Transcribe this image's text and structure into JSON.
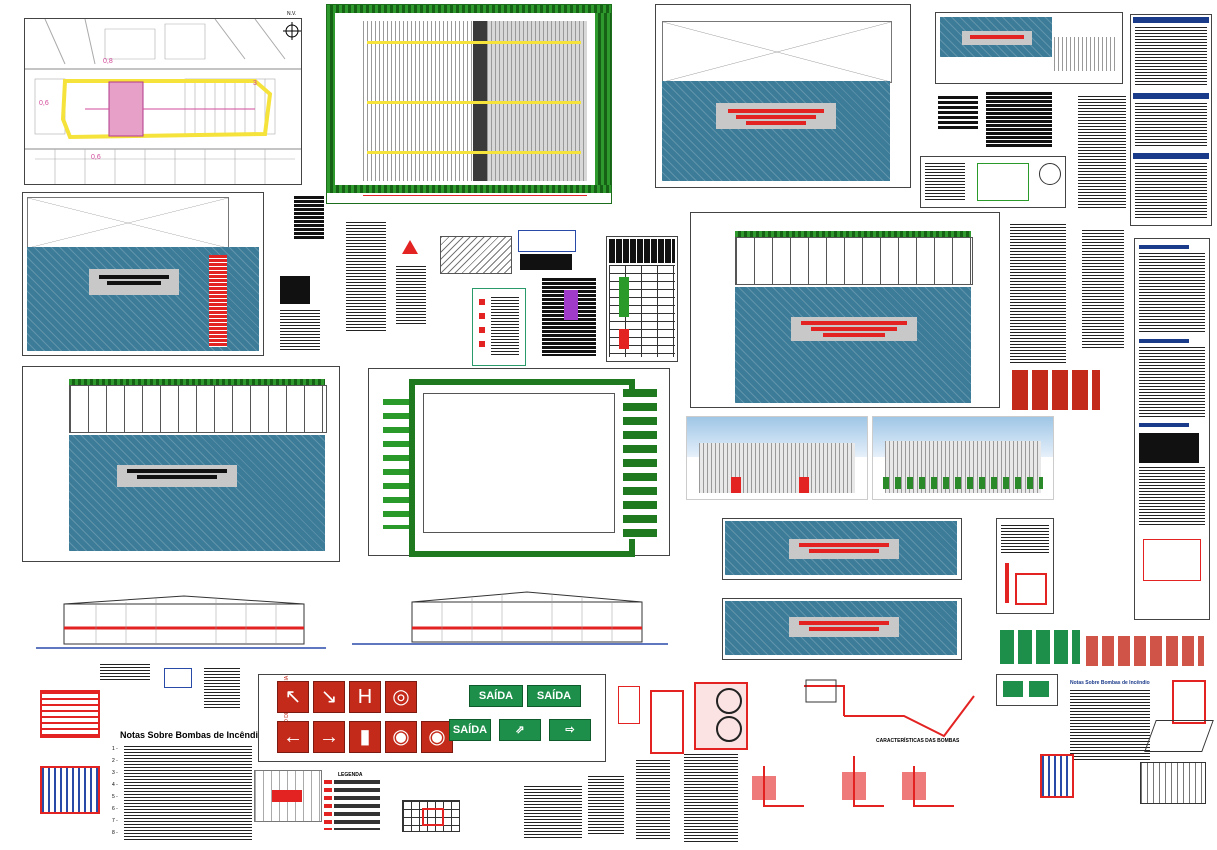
{
  "site_plan": {
    "north_label": "N.V.",
    "dims": [
      "0,8",
      "0,6",
      "0,6",
      "3"
    ]
  },
  "fire_pump_notes": {
    "heading": "Notas Sobre Bombas de Incêndio",
    "items": [
      "1 -",
      "2 -",
      "3 -",
      "4 -",
      "5 -",
      "6 -",
      "7 -",
      "8 -"
    ]
  },
  "signage": {
    "symbols": [
      "↖",
      "↘",
      "H",
      "◎",
      "←",
      "→",
      "▮",
      "◉",
      "◉"
    ],
    "exit_signs": [
      "SAÍDA",
      "SAÍDA",
      "SAÍDA"
    ],
    "vertical_caption": "SINALIZAÇÃO DE EMERGÊNCIA"
  },
  "sections": {
    "pump_characteristics": "CARACTERÍSTICAS DAS BOMBAS",
    "legend": "LEGENDA",
    "notes_heading": "Notas Sobre Sistema de Proteção",
    "notes2_heading": "Notas Sobre Bombas de Incêndio"
  },
  "colors": {
    "floor_hatch": "#3d7c98",
    "landscape": "#1f7a1f",
    "fire_red": "#e32222",
    "exit_green": "#1e8f4a"
  }
}
